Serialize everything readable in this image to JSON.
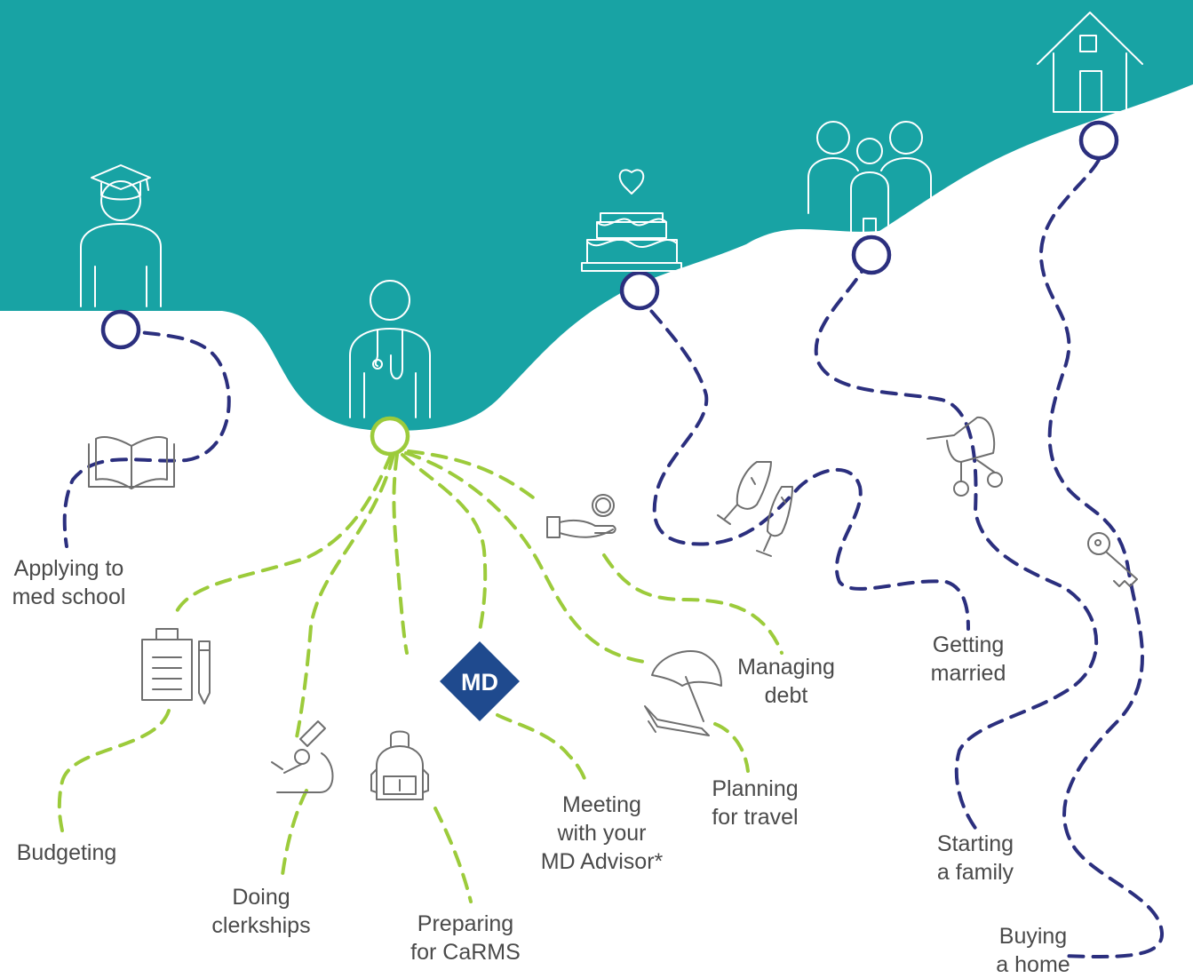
{
  "colors": {
    "teal_background": "#18a3a4",
    "blue_path": "#2b2f7e",
    "green_path": "#9ccb3b",
    "icon_gray": "#6f6f6f",
    "md_logo_blue": "#1f4a8e"
  },
  "md_logo": {
    "text": "MD"
  },
  "milestones": [
    {
      "label": "Applying to\nmed school",
      "icon": "book-icon"
    },
    {
      "label": "Getting\nmarried",
      "icon": "champagne-glasses-icon"
    },
    {
      "label": "Starting\na family",
      "icon": "baby-stroller-icon"
    },
    {
      "label": "Buying\na home",
      "icon": "key-icon"
    }
  ],
  "residency_topics": [
    {
      "label": "Budgeting",
      "icon": "clipboard-pencil-icon"
    },
    {
      "label": "Doing\nclerkships",
      "icon": "microscope-icon"
    },
    {
      "label": "Preparing\nfor CaRMS",
      "icon": "backpack-icon"
    },
    {
      "label": "Meeting\nwith your\nMD Advisor*",
      "icon": "md-logo"
    },
    {
      "label": "Planning\nfor travel",
      "icon": "beach-chair-umbrella-icon"
    },
    {
      "label": "Managing\ndebt",
      "icon": "hand-coin-icon"
    }
  ],
  "header_icons": [
    "graduate-icon",
    "doctor-icon",
    "wedding-cake-icon",
    "family-icon",
    "house-icon"
  ]
}
